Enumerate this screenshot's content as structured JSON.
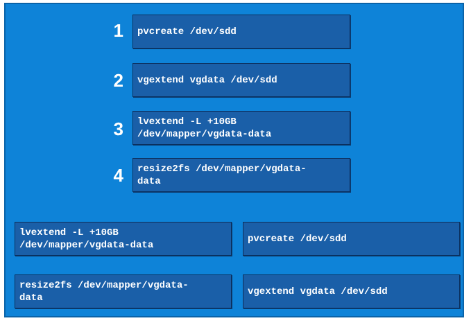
{
  "ordered_steps": [
    {
      "number": "1",
      "command": "pvcreate /dev/sdd"
    },
    {
      "number": "2",
      "command": "vgextend vgdata /dev/sdd"
    },
    {
      "number": "3",
      "command": "lvextend -L +10GB\n/dev/mapper/vgdata-data"
    },
    {
      "number": "4",
      "command": "resize2fs /dev/mapper/vgdata-\ndata"
    }
  ],
  "answer_pool": [
    {
      "command": "lvextend -L +10GB\n/dev/mapper/vgdata-data"
    },
    {
      "command": "pvcreate /dev/sdd"
    },
    {
      "command": "resize2fs /dev/mapper/vgdata-\ndata"
    },
    {
      "command": "vgextend vgdata /dev/sdd"
    }
  ],
  "colors": {
    "background": "#0e83d8",
    "box": "#1a5fa8",
    "text": "#ffffff"
  }
}
